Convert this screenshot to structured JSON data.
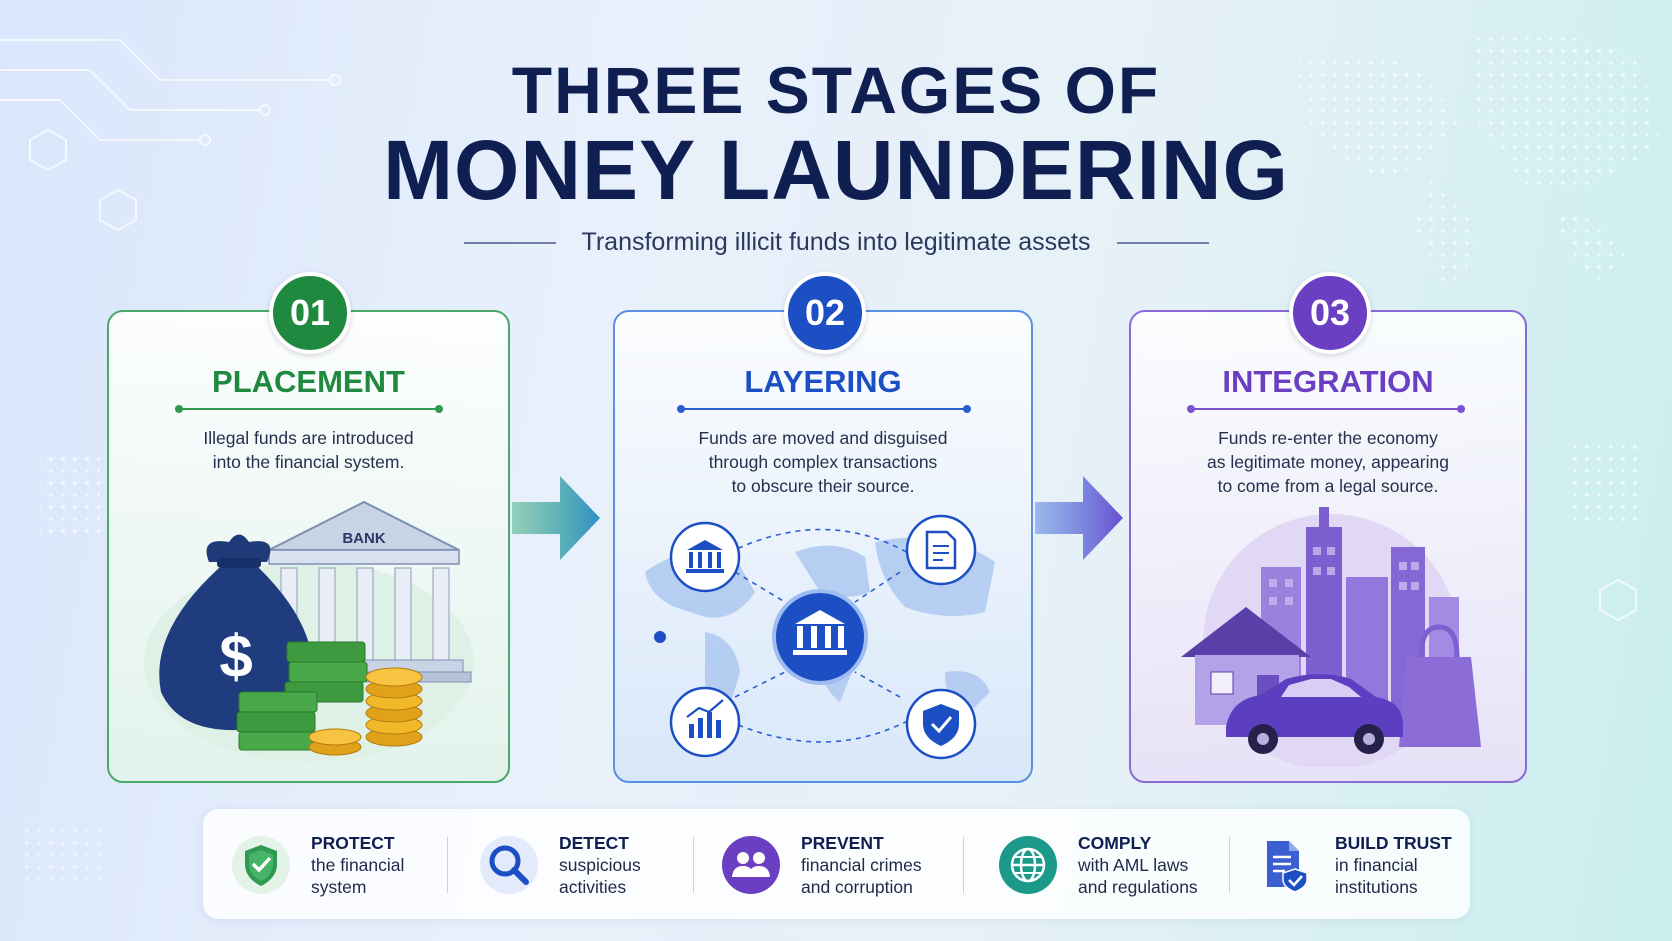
{
  "header": {
    "title_line1": "THREE STAGES OF",
    "title_line2": "MONEY LAUNDERING",
    "subtitle": "Transforming illicit funds into legitimate assets"
  },
  "stages": [
    {
      "number": "01",
      "title": "PLACEMENT",
      "desc_lines": [
        "Illegal funds are introduced",
        "into the financial system."
      ],
      "color": "#1f8a3f",
      "illustration_label": "BANK",
      "illustration_icons": [
        "money-bag-icon",
        "bank-icon",
        "cash-stack-icon",
        "coin-stack-icon"
      ]
    },
    {
      "number": "02",
      "title": "LAYERING",
      "desc_lines": [
        "Funds are moved and disguised",
        "through complex transactions",
        "to obscure their source."
      ],
      "color": "#1d4fc4",
      "illustration_icons": [
        "world-map-icon",
        "bank-icon",
        "document-icon",
        "chart-icon",
        "shield-check-icon"
      ]
    },
    {
      "number": "03",
      "title": "INTEGRATION",
      "desc_lines": [
        "Funds re-enter the economy",
        "as legitimate money, appearing",
        "to come from a legal source."
      ],
      "color": "#6a3fc2",
      "illustration_icons": [
        "city-skyline-icon",
        "house-icon",
        "car-icon",
        "shopping-bag-icon"
      ]
    }
  ],
  "pillars": [
    {
      "heading": "PROTECT",
      "line1": "the financial",
      "line2": "system",
      "icon": "shield-check-icon",
      "color": "#2e9a50"
    },
    {
      "heading": "DETECT",
      "line1": "suspicious",
      "line2": "activities",
      "icon": "magnifier-icon",
      "color": "#1d4fc4"
    },
    {
      "heading": "PREVENT",
      "line1": "financial crimes",
      "line2": "and corruption",
      "icon": "people-icon",
      "color": "#6a3fc2"
    },
    {
      "heading": "COMPLY",
      "line1": "with AML laws",
      "line2": "and regulations",
      "icon": "globe-icon",
      "color": "#1b9a8a"
    },
    {
      "heading": "BUILD TRUST",
      "line1": "in financial",
      "line2": "institutions",
      "icon": "document-check-icon",
      "color": "#3a5fd0"
    }
  ]
}
